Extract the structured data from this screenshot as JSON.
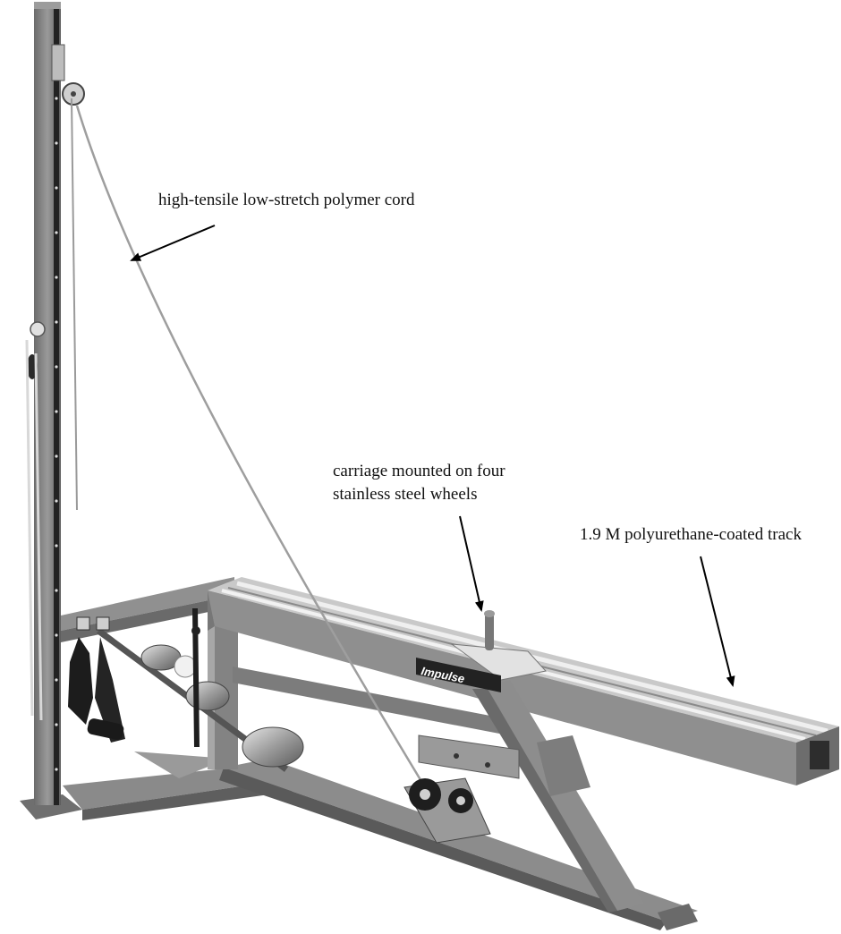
{
  "annotations": {
    "cord": "high-tensile low-stretch polymer cord",
    "carriage_line1": "carriage mounted on four",
    "carriage_line2": "stainless steel wheels",
    "track": "1.9 M polyurethane-coated track"
  },
  "brand": {
    "name": "Impulse"
  },
  "colors": {
    "frame": "#8e8e8e",
    "frame_dark": "#5e5e5e",
    "frame_light": "#b9b9b9",
    "rail": "#d8d8d8",
    "ink": "#000000"
  }
}
